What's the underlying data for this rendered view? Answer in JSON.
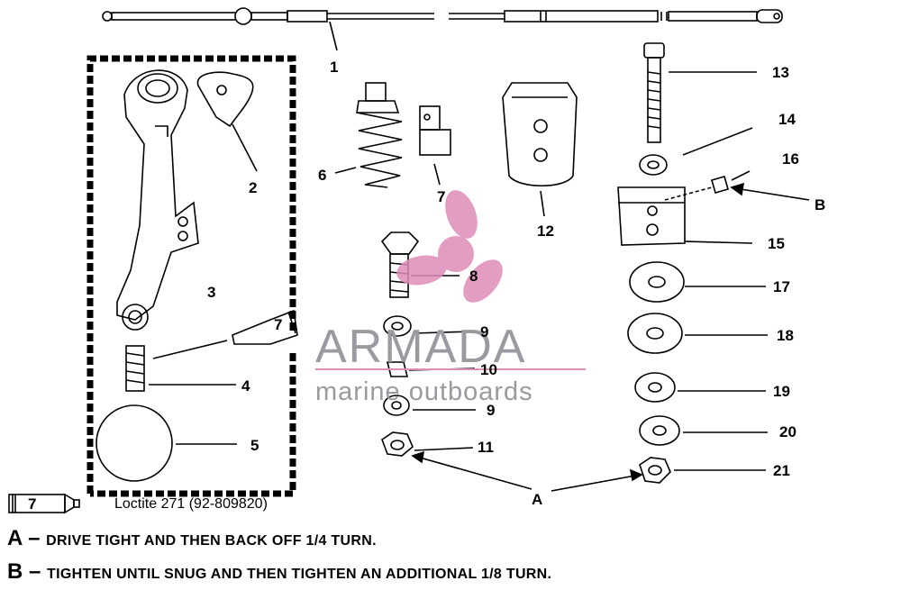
{
  "callouts": [
    "1",
    "2",
    "3",
    "4",
    "5",
    "6",
    "7",
    "8",
    "9",
    "10",
    "11",
    "12",
    "13",
    "14",
    "15",
    "16",
    "17",
    "18",
    "19",
    "20",
    "21"
  ],
  "callout_extra": {
    "seven_tube": "7",
    "seven_tube_legend": "7",
    "nine_lower": "9"
  },
  "letters": {
    "A": "A",
    "B": "B"
  },
  "watermark": {
    "brand": "ARMADA",
    "tagline": "marine outboards"
  },
  "legend": {
    "loctite": "Loctite 271 (92-809820)"
  },
  "notes": [
    {
      "letter": "A",
      "dash": " – ",
      "text": "DRIVE TIGHT AND THEN BACK OFF 1/4 TURN."
    },
    {
      "letter": "B",
      "dash": " – ",
      "text": "TIGHTEN UNTIL SNUG AND THEN TIGHTEN AN ADDITIONAL 1/8 TURN."
    }
  ],
  "colors": {
    "ink": "#000000",
    "watermark_gray": "#9a9aa0",
    "watermark_pink": "#e08cb8"
  }
}
